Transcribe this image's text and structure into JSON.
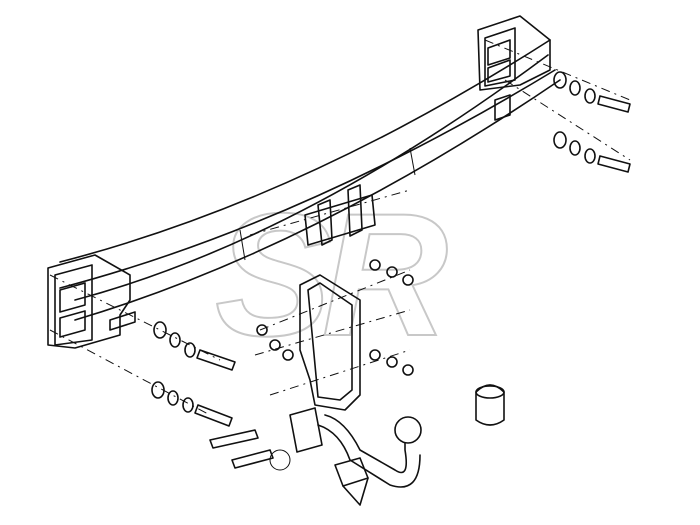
{
  "diagram": {
    "watermark": {
      "text": "SR"
    },
    "parts": [
      {
        "id": "crossbar",
        "icon": "crossbar-beam"
      },
      {
        "id": "bracket-left",
        "icon": "mounting-bracket"
      },
      {
        "id": "bracket-right",
        "icon": "mounting-bracket"
      },
      {
        "id": "center-plates",
        "icon": "mounting-plate"
      },
      {
        "id": "drop-arm",
        "icon": "drop-arm-plate"
      },
      {
        "id": "tow-ball",
        "icon": "tow-ball-neck"
      },
      {
        "id": "ball-cover",
        "icon": "ball-cover-cap"
      },
      {
        "id": "socket-plate",
        "icon": "electric-socket-plate"
      },
      {
        "id": "connector",
        "icon": "wiring-connector"
      },
      {
        "id": "fasteners",
        "icon": "bolt-washer-nut"
      }
    ]
  }
}
